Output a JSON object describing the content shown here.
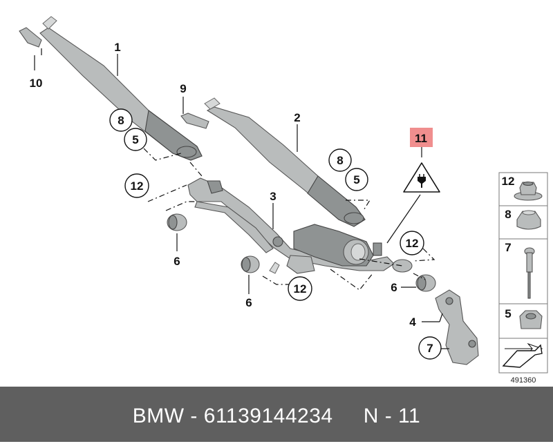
{
  "footer": {
    "text": "BMW - 61139144234     N - 11"
  },
  "diagram": {
    "callouts": {
      "n1": "1",
      "n2": "2",
      "n3": "3",
      "n4": "4",
      "n9": "9",
      "n10": "10",
      "n6a": "6",
      "n6b": "6",
      "n6c": "6",
      "c8a": "8",
      "c5a": "5",
      "c8b": "8",
      "c5b": "5",
      "c12a": "12",
      "c12b": "12",
      "c12c": "12",
      "c7": "7",
      "n11": "11"
    },
    "highlight_color": "#f08e8e",
    "legend": {
      "items": [
        {
          "number": "12",
          "part": "flange-nut"
        },
        {
          "number": "8",
          "part": "cap"
        },
        {
          "number": "7",
          "part": "blind-rivet"
        },
        {
          "number": "5",
          "part": "hex-nut"
        }
      ],
      "direction_icon": "arrow-icon"
    },
    "ref_number": "491360"
  }
}
